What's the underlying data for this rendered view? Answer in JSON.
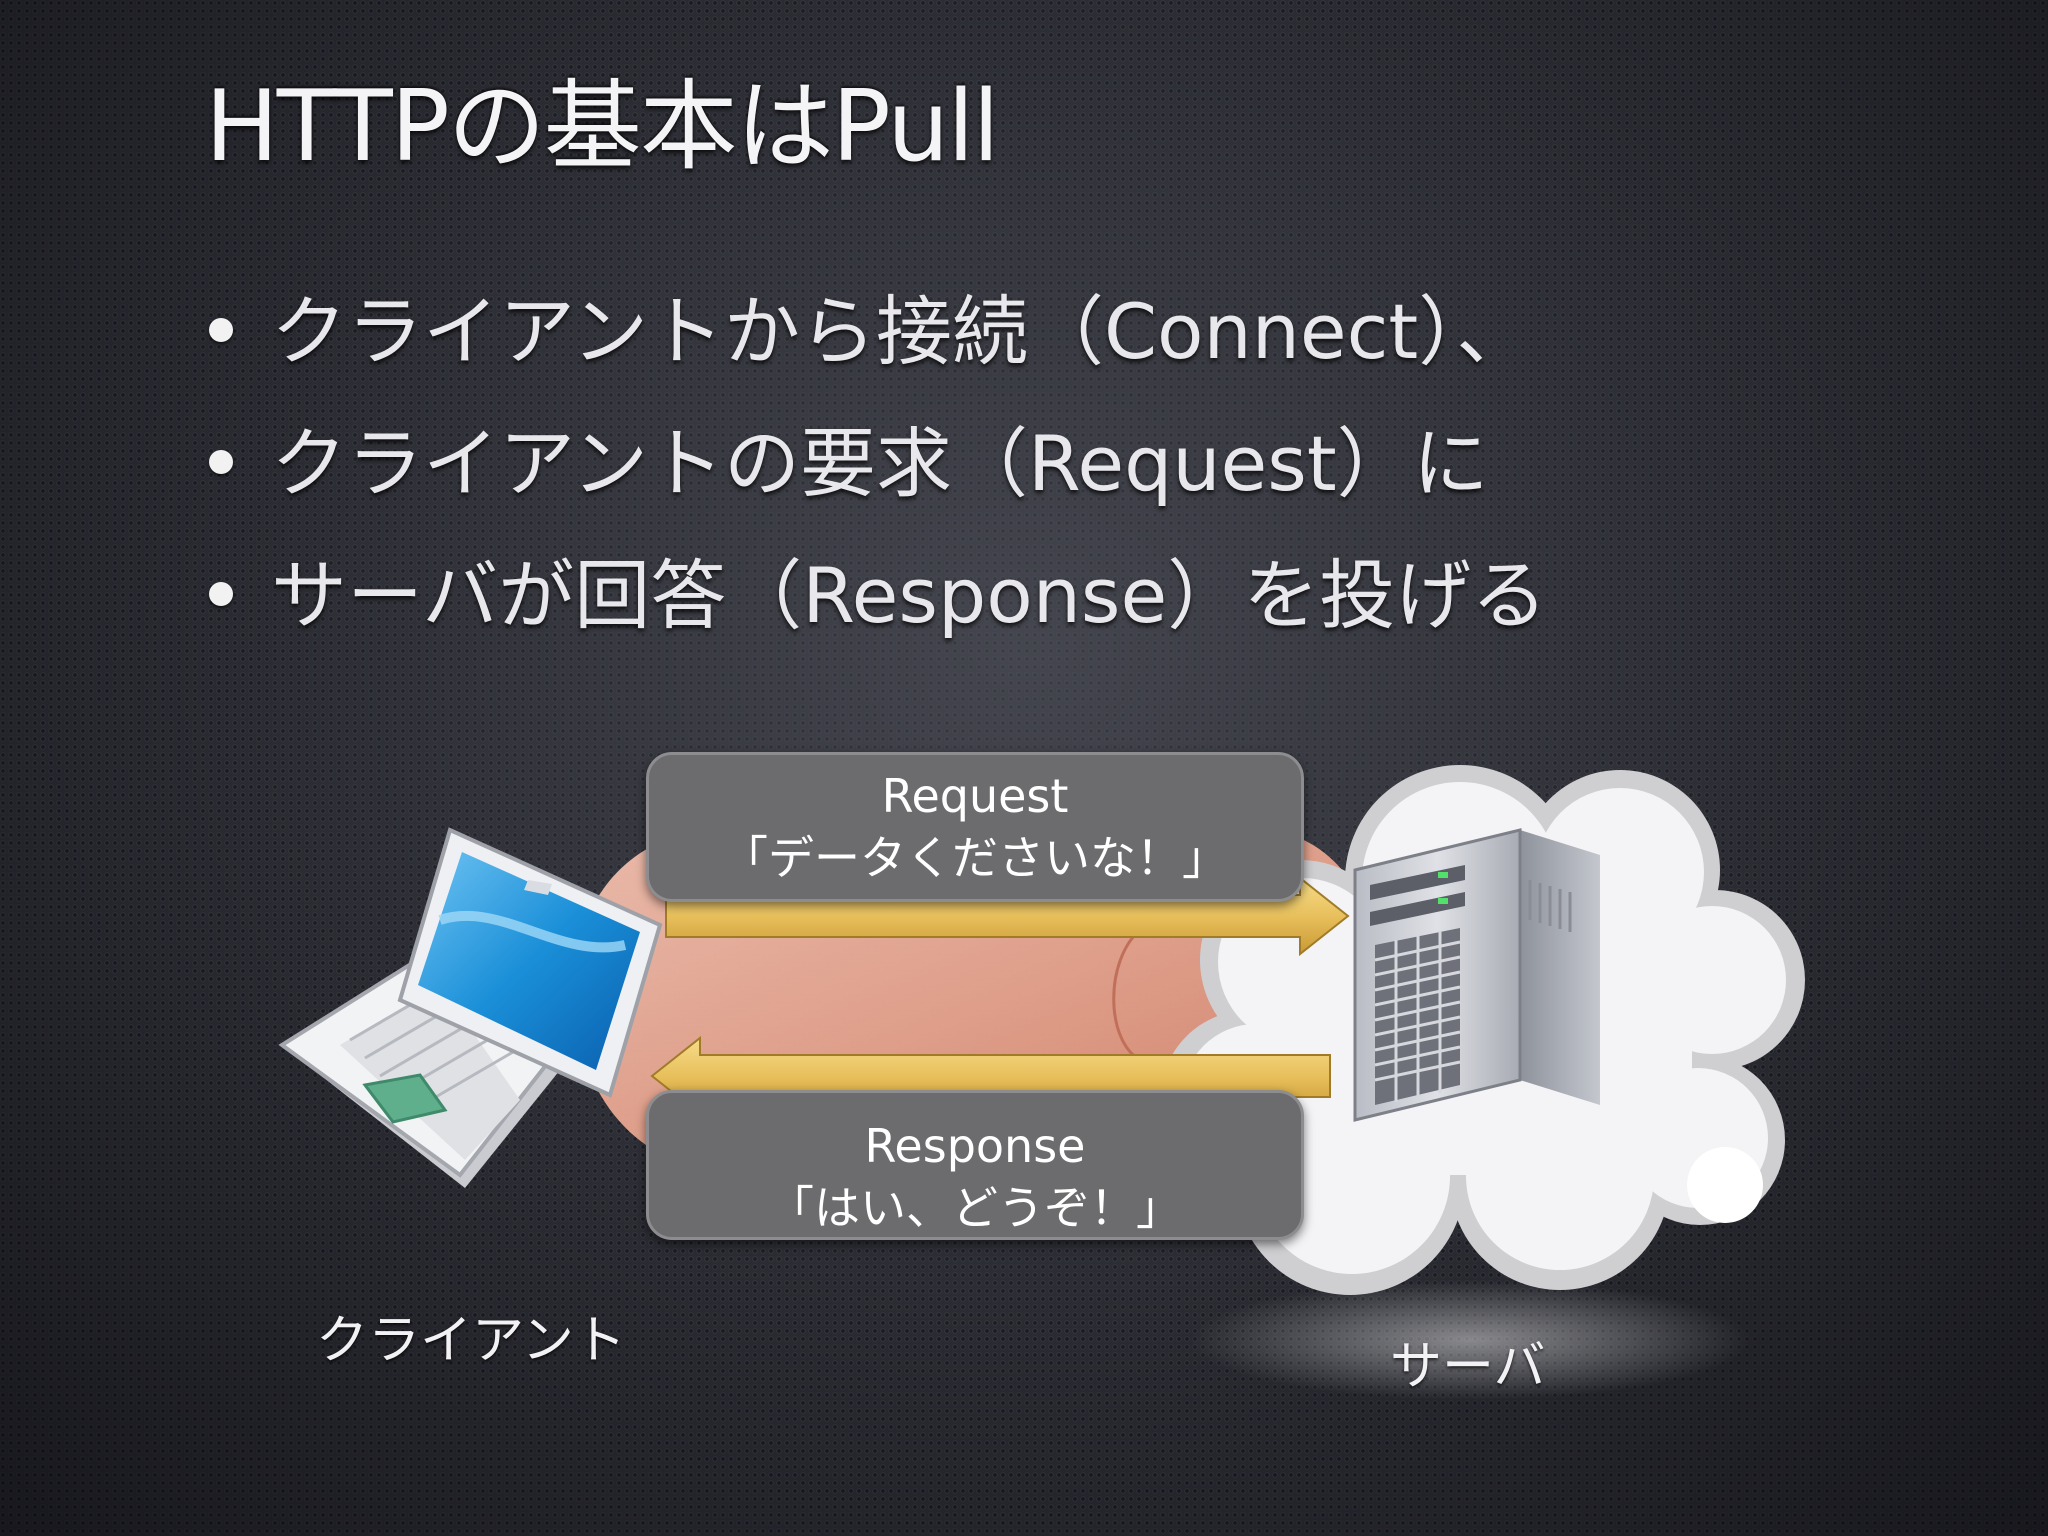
{
  "slide": {
    "title": "HTTPの基本はPull",
    "bullets": [
      "クライアントから接続（Connect）、",
      "クライアントの要求（Request）に",
      "サーバが回答（Response）を投げる"
    ]
  },
  "diagram": {
    "request": {
      "label": "Request",
      "message": "「データくださいな！」"
    },
    "response": {
      "label": "Response",
      "message": "「はい、どうぞ！」"
    },
    "client_label": "クライアント",
    "server_label": "サーバ",
    "colors": {
      "arrow": "#e8c05c",
      "message_box": "#6c6c6e",
      "connection_blob": "#e7a48e",
      "cloud": "#f4f4f6",
      "laptop_screen": "#1a8fd8"
    },
    "icons": [
      "laptop-icon",
      "server-tower-icon",
      "cloud-icon",
      "right-arrow-icon",
      "left-arrow-icon"
    ]
  }
}
